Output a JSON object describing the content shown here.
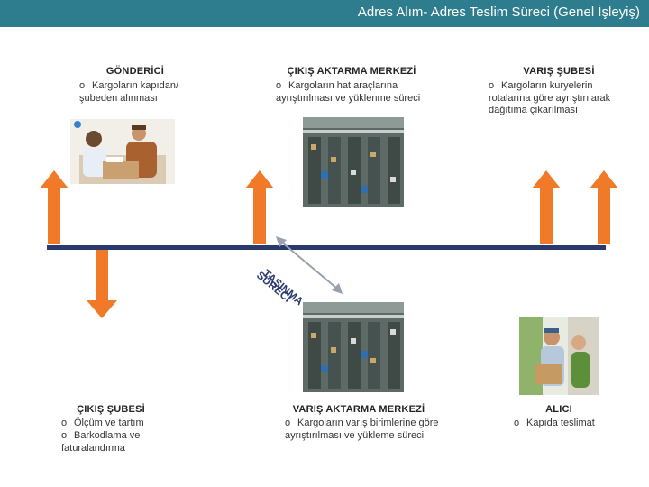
{
  "title": "Adres Alım- Adres Teslim Süreci (Genel İşleyiş)",
  "colors": {
    "title_bar": "#2e7d8e",
    "arrow": "#f07a28",
    "timeline": "#2a3a6e"
  },
  "stages_top": [
    {
      "title": "GÖNDERİCİ",
      "bullet": "Kargoların kapıdan/şubeden alınması",
      "image": "courier-customer-photo"
    },
    {
      "title": "ÇIKIŞ AKTARMA MERKEZİ",
      "bullet": "Kargoların hat araçlarına ayrıştırılması ve yüklenme süreci",
      "image": "warehouse-photo"
    },
    {
      "title": "VARIŞ ŞUBESİ",
      "bullet": "Kargoların kuryelerin rotalarına göre ayrıştırılarak dağıtıma çıkarılması",
      "image": ""
    }
  ],
  "stages_bottom": [
    {
      "title": "ÇIKIŞ ŞUBESİ",
      "bullets": [
        "Ölçüm ve tartım",
        "Barkodlama ve faturalandırma"
      ]
    },
    {
      "title": "VARIŞ AKTARMA MERKEZİ",
      "bullets": [
        "Kargoların varış birimlerine göre ayrıştırılması ve yükleme süreci"
      ],
      "image": "warehouse-photo"
    },
    {
      "title": "ALICI",
      "bullets": [
        "Kapıda teslimat"
      ],
      "image": "delivery-door-photo"
    }
  ],
  "bullet_mark": "o",
  "transport": {
    "line1": "TAŞINMA",
    "line2": "SÜRECİ"
  }
}
